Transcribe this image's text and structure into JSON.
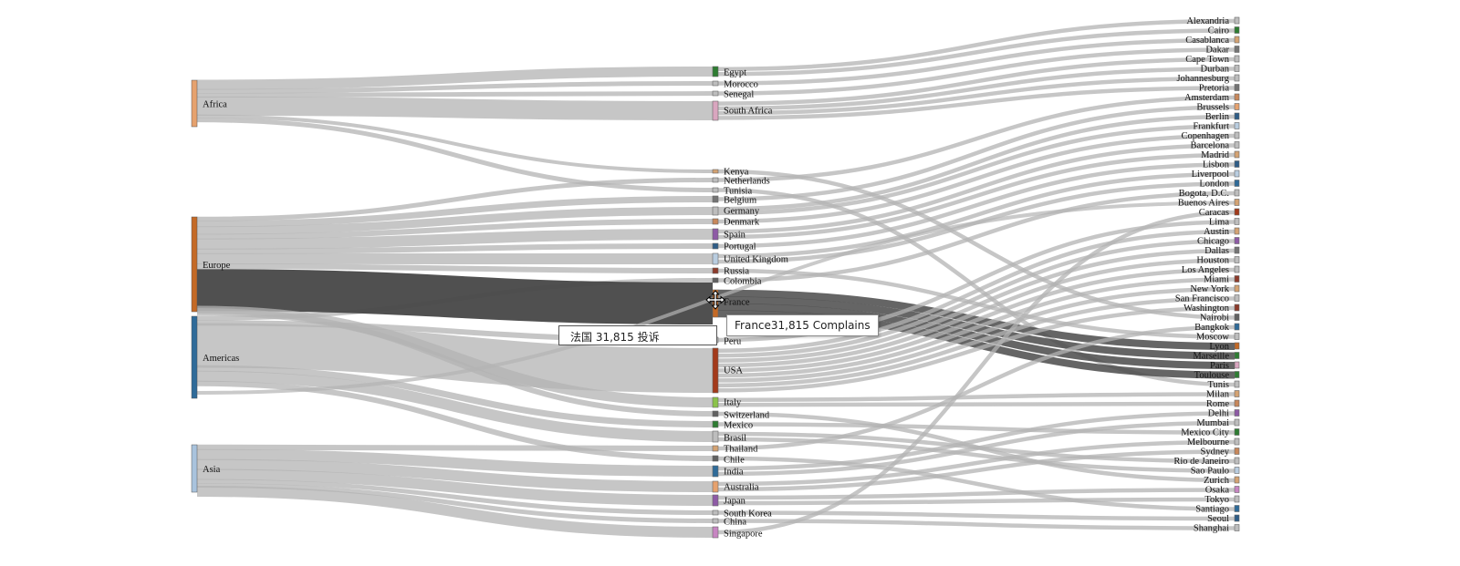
{
  "regions": [
    {
      "name": "Africa",
      "color": "#e6a26e"
    },
    {
      "name": "Europe",
      "color": "#c46a26"
    },
    {
      "name": "Americas",
      "color": "#2f6b99"
    },
    {
      "name": "Asia",
      "color": "#a9c3dd"
    }
  ],
  "countries": [
    {
      "name": "Egypt",
      "color": "#2e7d32"
    },
    {
      "name": "Morocco",
      "color": "#bdbdbd"
    },
    {
      "name": "Senegal",
      "color": "#bdbdbd"
    },
    {
      "name": "South Africa",
      "color": "#d9a6bf"
    },
    {
      "name": "Kenya",
      "color": "#d4a373"
    },
    {
      "name": "Netherlands",
      "color": "#bdbdbd"
    },
    {
      "name": "Tunisia",
      "color": "#bdbdbd"
    },
    {
      "name": "Belgium",
      "color": "#757575"
    },
    {
      "name": "Germany",
      "color": "#bdbdbd"
    },
    {
      "name": "Denmark",
      "color": "#c8875a"
    },
    {
      "name": "Spain",
      "color": "#8e5aa6"
    },
    {
      "name": "Portugal",
      "color": "#2f5d87"
    },
    {
      "name": "United Kingdom",
      "color": "#b9cde0"
    },
    {
      "name": "Russia",
      "color": "#8d3b2b"
    },
    {
      "name": "Colombia",
      "color": "#616161"
    },
    {
      "name": "France",
      "color": "#c46a26"
    },
    {
      "name": "Peru",
      "color": "#bdbdbd"
    },
    {
      "name": "USA",
      "color": "#a33a1a"
    },
    {
      "name": "Italy",
      "color": "#8bc34a"
    },
    {
      "name": "Switzerland",
      "color": "#616161"
    },
    {
      "name": "Mexico",
      "color": "#2e7d32"
    },
    {
      "name": "Brasil",
      "color": "#bdbdbd"
    },
    {
      "name": "Thailand",
      "color": "#d4a373"
    },
    {
      "name": "Chile",
      "color": "#616161"
    },
    {
      "name": "India",
      "color": "#2f6b99"
    },
    {
      "name": "Australia",
      "color": "#e6a26e"
    },
    {
      "name": "Japan",
      "color": "#8e5aa6"
    },
    {
      "name": "South Korea",
      "color": "#bdbdbd"
    },
    {
      "name": "China",
      "color": "#bdbdbd"
    },
    {
      "name": "Singapore",
      "color": "#c785c2"
    }
  ],
  "cities": [
    {
      "name": "Alexandria",
      "color": "#bdbdbd"
    },
    {
      "name": "Cairo",
      "color": "#2e7d32"
    },
    {
      "name": "Casablanca",
      "color": "#d4a373"
    },
    {
      "name": "Dakar",
      "color": "#757575"
    },
    {
      "name": "Cape Town",
      "color": "#bdbdbd"
    },
    {
      "name": "Durban",
      "color": "#bdbdbd"
    },
    {
      "name": "Johannesburg",
      "color": "#bdbdbd"
    },
    {
      "name": "Pretoria",
      "color": "#757575"
    },
    {
      "name": "Amsterdam",
      "color": "#c8875a"
    },
    {
      "name": "Brussels",
      "color": "#e6a26e"
    },
    {
      "name": "Berlin",
      "color": "#2f5d87"
    },
    {
      "name": "Frankfurt",
      "color": "#b9cde0"
    },
    {
      "name": "Copenhagen",
      "color": "#bdbdbd"
    },
    {
      "name": "Barcelona",
      "color": "#bdbdbd"
    },
    {
      "name": "Madrid",
      "color": "#d4a373"
    },
    {
      "name": "Lisbon",
      "color": "#2f5d87"
    },
    {
      "name": "Liverpool",
      "color": "#b9cde0"
    },
    {
      "name": "London",
      "color": "#2f6b99"
    },
    {
      "name": "Bogota, D.C.",
      "color": "#bdbdbd"
    },
    {
      "name": "Buenos Aires",
      "color": "#d4a373"
    },
    {
      "name": "Caracas",
      "color": "#a33a1a"
    },
    {
      "name": "Lima",
      "color": "#bdbdbd"
    },
    {
      "name": "Austin",
      "color": "#d4a373"
    },
    {
      "name": "Chicago",
      "color": "#8e5aa6"
    },
    {
      "name": "Dallas",
      "color": "#757575"
    },
    {
      "name": "Houston",
      "color": "#bdbdbd"
    },
    {
      "name": "Los Angeles",
      "color": "#bdbdbd"
    },
    {
      "name": "Miami",
      "color": "#8d3b2b"
    },
    {
      "name": "New York",
      "color": "#d4a373"
    },
    {
      "name": "San Francisco",
      "color": "#bdbdbd"
    },
    {
      "name": "Washington",
      "color": "#8d3b2b"
    },
    {
      "name": "Nairobi",
      "color": "#616161"
    },
    {
      "name": "Bangkok",
      "color": "#2f6b99"
    },
    {
      "name": "Moscow",
      "color": "#bdbdbd"
    },
    {
      "name": "Lyon",
      "color": "#c46a26"
    },
    {
      "name": "Marseille",
      "color": "#2e7d32"
    },
    {
      "name": "Paris",
      "color": "#d9a6bf"
    },
    {
      "name": "Toulouse",
      "color": "#2e7d32"
    },
    {
      "name": "Tunis",
      "color": "#bdbdbd"
    },
    {
      "name": "Milan",
      "color": "#d4a373"
    },
    {
      "name": "Rome",
      "color": "#c8875a"
    },
    {
      "name": "Delhi",
      "color": "#8e5aa6"
    },
    {
      "name": "Mumbai",
      "color": "#bdbdbd"
    },
    {
      "name": "Mexico City",
      "color": "#2e7d32"
    },
    {
      "name": "Melbourne",
      "color": "#bdbdbd"
    },
    {
      "name": "Sydney",
      "color": "#c8875a"
    },
    {
      "name": "Rio de Janeiro",
      "color": "#bdbdbd"
    },
    {
      "name": "Sao Paulo",
      "color": "#b9cde0"
    },
    {
      "name": "Zurich",
      "color": "#d4a373"
    },
    {
      "name": "Osaka",
      "color": "#c785c2"
    },
    {
      "name": "Tokyo",
      "color": "#bdbdbd"
    },
    {
      "name": "Santiago",
      "color": "#2f6b99"
    },
    {
      "name": "Seoul",
      "color": "#2f5d87"
    },
    {
      "name": "Shanghai",
      "color": "#bdbdbd"
    }
  ],
  "highlight": {
    "region": "Europe",
    "country": "France",
    "value": 31815
  },
  "colors": {
    "link": "#b3b3b3",
    "highlight_link": "#4a4a4a"
  },
  "tooltip": {
    "text": "France31,815 Complains"
  },
  "ime_tooltip": {
    "text": "法国 31,815  投诉"
  },
  "cursor": {
    "icon": "move-cursor-icon"
  }
}
